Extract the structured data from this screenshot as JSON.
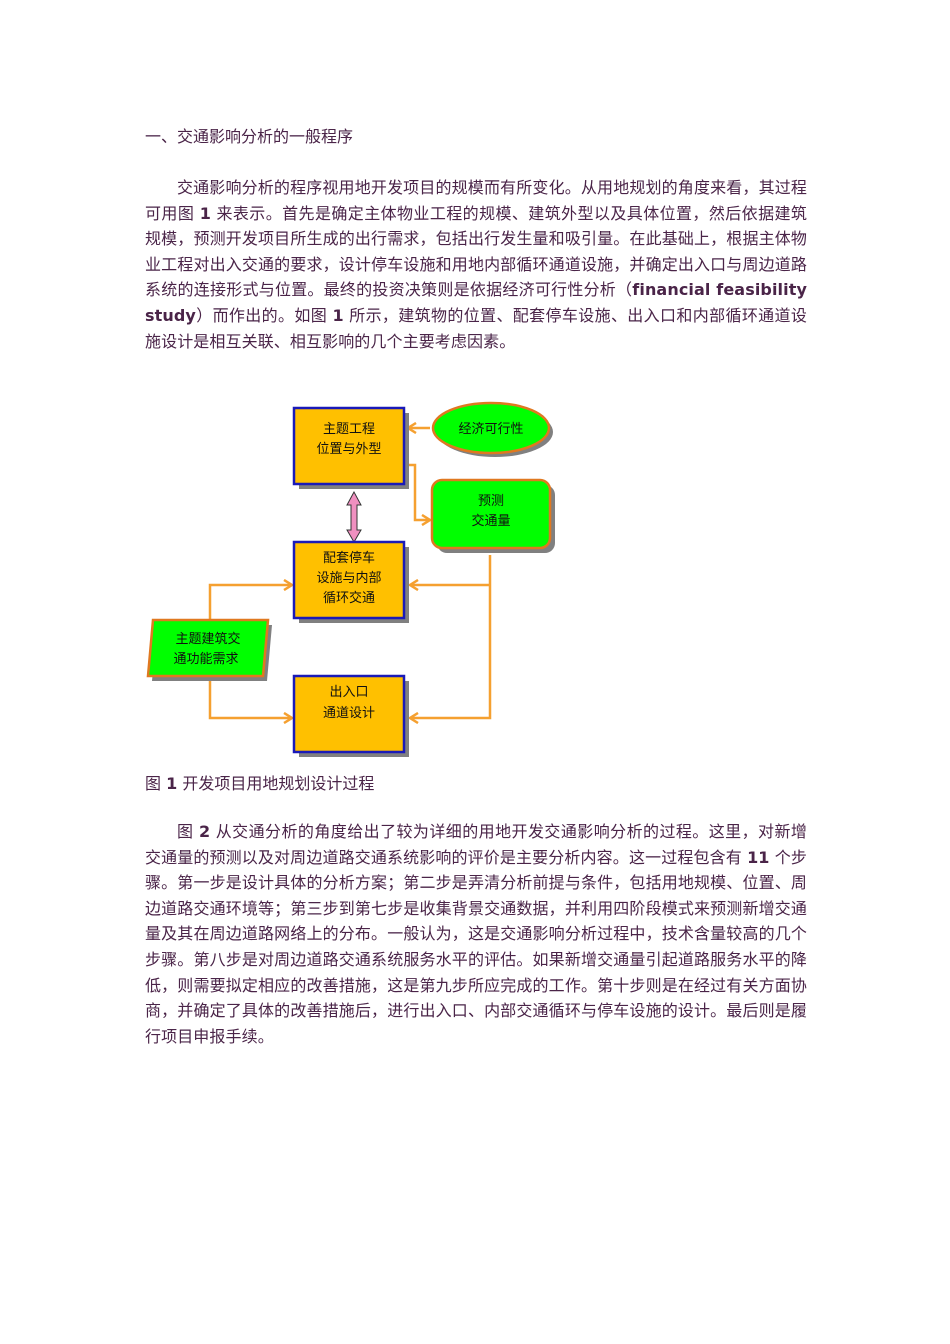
{
  "section": {
    "heading": "一、交通影响分析的一般程序"
  },
  "paragraph1": {
    "text_before_fig": "交通影响分析的程序视用地开发项目的规模而有所变化。从用地规划的角度来看，其过程可用图",
    "fig_ref": "1",
    "text_a": "来表示。首先是确定主体物业工程的规模、建筑外型以及具体位置，然后依据建筑规模，预测开发项目所生成的出行需求，包括出行发生量和吸引量。在此基础上，根据主体物业工程对出入交通的要求，设计停车设施和用地内部循环通道设施，并确定出入口与周边道路系统的连接形式与位置。最终的投资决策则是依据经济可行性分析（",
    "english_term": "financial feasibility study",
    "text_b": "）而作出的。如图",
    "fig_ref2": "1",
    "text_c": "所示，建筑物的位置、配套停车设施、出入口和内部循环通道设施设计是相互关联、相互影响的几个主要考虑因素。"
  },
  "figure1": {
    "caption_prefix": "图",
    "caption_number": "1",
    "caption_text": "开发项目用地规划设计过程",
    "nodes": {
      "main_project": [
        "主题工程",
        "位置与外型"
      ],
      "economic_feasibility": [
        "经济可行性"
      ],
      "traffic_forecast": [
        "预测",
        "交通量"
      ],
      "parking_circulation": [
        "配套停车",
        "设施与内部",
        "循环交通"
      ],
      "function_demand": [
        "主题建筑交",
        "通功能需求"
      ],
      "entrance_design": [
        "出入口",
        "通道设计"
      ]
    },
    "colors": {
      "rect_fill": "#ffc000",
      "rect_border": "#1a1ab8",
      "green_fill": "#00ff00",
      "green_border": "#e07820",
      "arrow": "#f5a030",
      "pink_arrow": "#f090c0",
      "shadow": "#808080"
    }
  },
  "paragraph2": {
    "fig_prefix": "图",
    "fig_ref": "2",
    "text_a": "从交通分析的角度给出了较为详细的用地开发交通影响分析的过程。这里，对新增交通量的预测以及对周边道路交通系统影响的评价是主要分析内容。这一过程包含有",
    "step_count": "11",
    "text_b": "个步骤。第一步是设计具体的分析方案；第二步是弄清分析前提与条件，包括用地规模、位置、周边道路交通环境等；第三步到第七步是收集背景交通数据，并利用四阶段模式来预测新增交通量及其在周边道路网络上的分布。一般认为，这是交通影响分析过程中，技术含量较高的几个步骤。第八步是对周边道路交通系统服务水平的评估。如果新增交通量引起道路服务水平的降低，则需要拟定相应的改善措施，这是第九步所应完成的工作。第十步则是在经过有关方面协商，并确定了具体的改善措施后，进行出入口、内部交通循环与停车设施的设计。最后则是履行项目申报手续。"
  }
}
